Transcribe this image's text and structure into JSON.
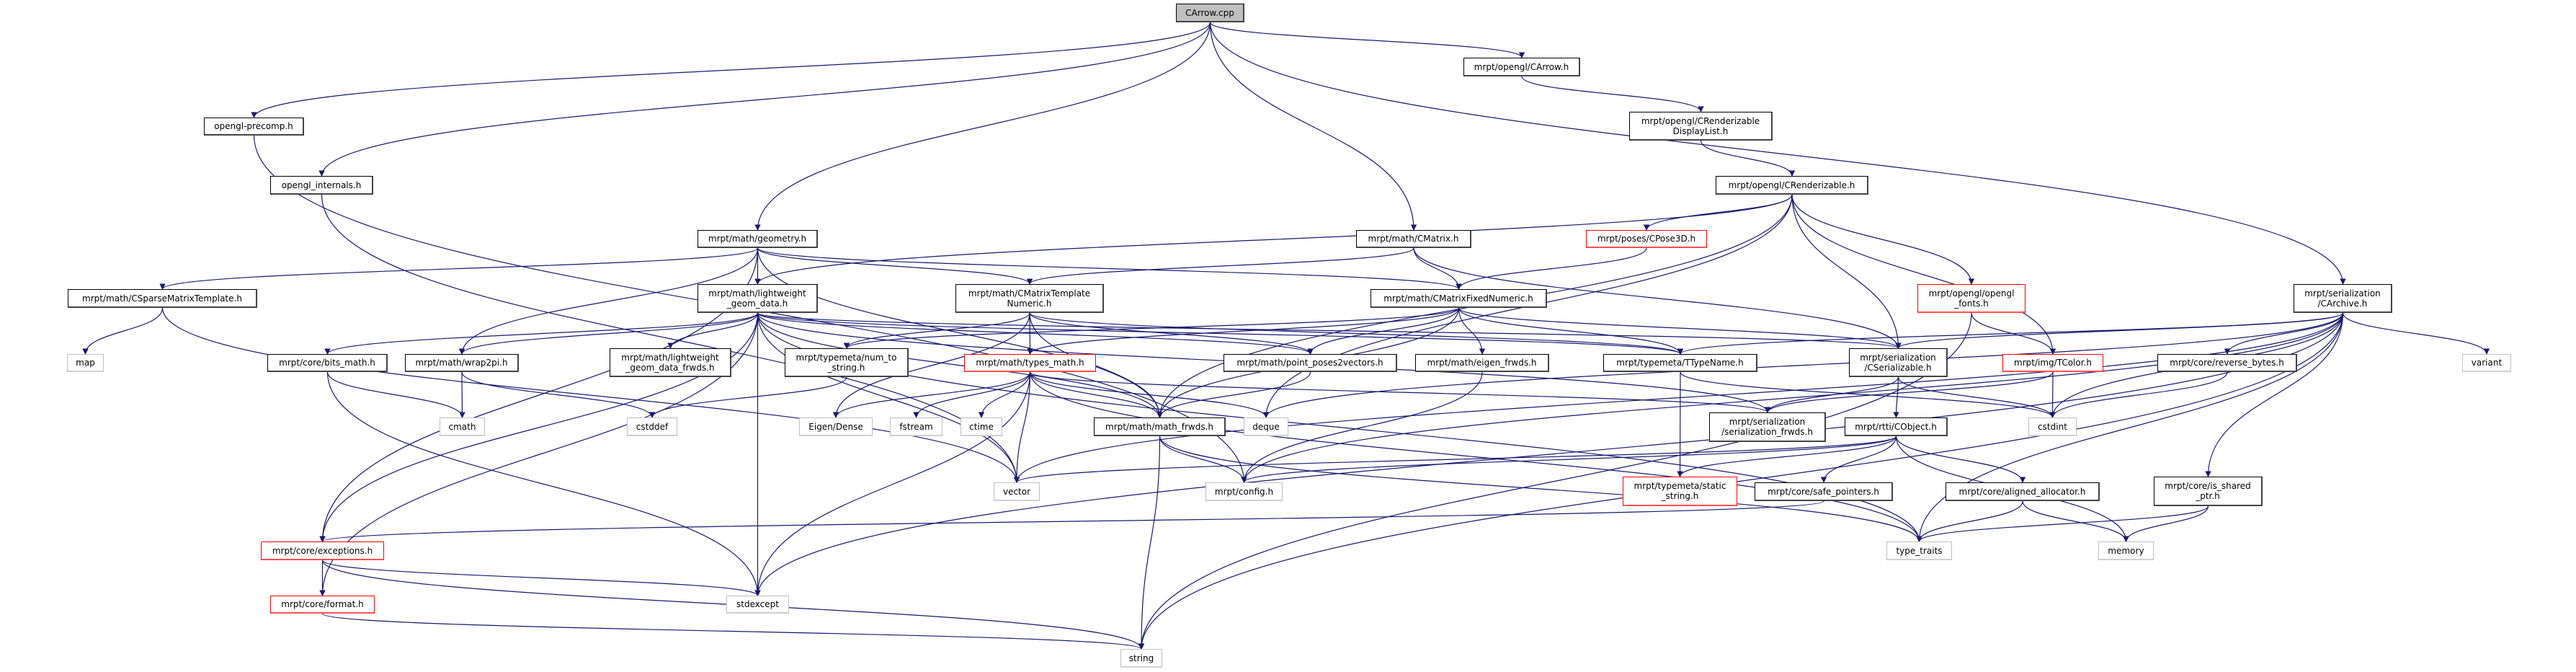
{
  "graph": {
    "root": "n_carrow",
    "edge_color": "#191970",
    "nodes": {
      "n_carrow": {
        "label": "CArrow.cpp",
        "kind": "root"
      },
      "precomp": {
        "label": "opengl-precomp.h",
        "kind": "doc"
      },
      "internals": {
        "label": "opengl_internals.h",
        "kind": "doc"
      },
      "geometry": {
        "label": "mrpt/math/geometry.h",
        "kind": "doc"
      },
      "sparse": {
        "label": "mrpt/math/CSparseMatrixTemplate.h",
        "kind": "doc"
      },
      "lwgd": {
        "label": "mrpt/math/lightweight\n_geom_data.h",
        "kind": "doc"
      },
      "cmatrix": {
        "label": "mrpt/math/CMatrix.h",
        "kind": "doc"
      },
      "cpose3d": {
        "label": "mrpt/poses/CPose3D.h",
        "kind": "truncated"
      },
      "ctn": {
        "label": "mrpt/math/CMatrixTemplate\nNumeric.h",
        "kind": "doc"
      },
      "cfn": {
        "label": "mrpt/math/CMatrixFixedNumeric.h",
        "kind": "doc"
      },
      "carrowh": {
        "label": "mrpt/opengl/CArrow.h",
        "kind": "doc"
      },
      "crdl": {
        "label": "mrpt/opengl/CRenderizable\nDisplayList.h",
        "kind": "doc"
      },
      "crend": {
        "label": "mrpt/opengl/CRenderizable.h",
        "kind": "doc"
      },
      "fonts": {
        "label": "mrpt/opengl/opengl\n_fonts.h",
        "kind": "truncated"
      },
      "carchive": {
        "label": "mrpt/serialization\n/CArchive.h",
        "kind": "doc"
      },
      "map": {
        "label": "map",
        "kind": "external"
      },
      "bits": {
        "label": "mrpt/core/bits_math.h",
        "kind": "doc"
      },
      "wrap": {
        "label": "mrpt/math/wrap2pi.h",
        "kind": "doc"
      },
      "lwfr": {
        "label": "mrpt/math/lightweight\n_geom_data_frwds.h",
        "kind": "doc"
      },
      "num": {
        "label": "mrpt/typemeta/num_to\n_string.h",
        "kind": "doc"
      },
      "types": {
        "label": "mrpt/math/types_math.h",
        "kind": "truncated"
      },
      "pp2v": {
        "label": "mrpt/math/point_poses2vectors.h",
        "kind": "doc"
      },
      "eigenf": {
        "label": "mrpt/math/eigen_frwds.h",
        "kind": "doc"
      },
      "ttn": {
        "label": "mrpt/typemeta/TTypeName.h",
        "kind": "doc"
      },
      "cser": {
        "label": "mrpt/serialization\n/CSerializable.h",
        "kind": "doc"
      },
      "tcolor": {
        "label": "mrpt/img/TColor.h",
        "kind": "truncated"
      },
      "rev": {
        "label": "mrpt/core/reverse_bytes.h",
        "kind": "doc"
      },
      "variant": {
        "label": "variant",
        "kind": "external"
      },
      "cmath": {
        "label": "cmath",
        "kind": "external"
      },
      "cstddef": {
        "label": "cstddef",
        "kind": "external"
      },
      "eigend": {
        "label": "Eigen/Dense",
        "kind": "external"
      },
      "fstream": {
        "label": "fstream",
        "kind": "external"
      },
      "ctime": {
        "label": "ctime",
        "kind": "external"
      },
      "mathfr": {
        "label": "mrpt/math/math_frwds.h",
        "kind": "doc"
      },
      "deque": {
        "label": "deque",
        "kind": "external"
      },
      "serfr": {
        "label": "mrpt/serialization\n/serialization_frwds.h",
        "kind": "doc"
      },
      "cobject": {
        "label": "mrpt/rtti/CObject.h",
        "kind": "doc"
      },
      "cstdint": {
        "label": "cstdint",
        "kind": "external"
      },
      "vector": {
        "label": "vector",
        "kind": "external"
      },
      "config": {
        "label": "mrpt/config.h",
        "kind": "external"
      },
      "statstr": {
        "label": "mrpt/typemeta/static\n_string.h",
        "kind": "truncated"
      },
      "safe": {
        "label": "mrpt/core/safe_pointers.h",
        "kind": "doc"
      },
      "aligned": {
        "label": "mrpt/core/aligned_allocator.h",
        "kind": "doc"
      },
      "isshared": {
        "label": "mrpt/core/is_shared\n_ptr.h",
        "kind": "doc"
      },
      "exceptions": {
        "label": "mrpt/core/exceptions.h",
        "kind": "truncated"
      },
      "typetraits": {
        "label": "type_traits",
        "kind": "external"
      },
      "memory": {
        "label": "memory",
        "kind": "external"
      },
      "format": {
        "label": "mrpt/core/format.h",
        "kind": "truncated"
      },
      "stdexcept": {
        "label": "stdexcept",
        "kind": "external"
      },
      "string": {
        "label": "string",
        "kind": "external"
      }
    },
    "edges": [
      [
        "n_carrow",
        "precomp"
      ],
      [
        "n_carrow",
        "internals"
      ],
      [
        "n_carrow",
        "geometry"
      ],
      [
        "n_carrow",
        "cmatrix"
      ],
      [
        "n_carrow",
        "carrowh"
      ],
      [
        "n_carrow",
        "carchive"
      ],
      [
        "precomp",
        "config"
      ],
      [
        "internals",
        "vector"
      ],
      [
        "geometry",
        "sparse"
      ],
      [
        "geometry",
        "lwgd"
      ],
      [
        "geometry",
        "ctn"
      ],
      [
        "geometry",
        "cfn"
      ],
      [
        "geometry",
        "wrap"
      ],
      [
        "geometry",
        "mathfr"
      ],
      [
        "geometry",
        "exceptions"
      ],
      [
        "sparse",
        "map"
      ],
      [
        "sparse",
        "vector"
      ],
      [
        "lwgd",
        "bits"
      ],
      [
        "lwgd",
        "wrap"
      ],
      [
        "lwgd",
        "lwfr"
      ],
      [
        "lwgd",
        "exceptions"
      ],
      [
        "lwgd",
        "format"
      ],
      [
        "lwgd",
        "stdexcept"
      ],
      [
        "lwgd",
        "vector"
      ],
      [
        "lwgd",
        "ttn"
      ],
      [
        "lwgd",
        "mathfr"
      ],
      [
        "lwgd",
        "serfr"
      ],
      [
        "lwgd",
        "pp2v"
      ],
      [
        "lwgd",
        "typetraits"
      ],
      [
        "lwgd",
        "cser"
      ],
      [
        "ctn",
        "types"
      ],
      [
        "ctn",
        "eigend"
      ],
      [
        "ctn",
        "ttn"
      ],
      [
        "ctn",
        "pp2v"
      ],
      [
        "ctn",
        "mathfr"
      ],
      [
        "ctn",
        "num"
      ],
      [
        "cmatrix",
        "ctn"
      ],
      [
        "cmatrix",
        "cfn"
      ],
      [
        "cmatrix",
        "cser"
      ],
      [
        "crend",
        "lwgd"
      ],
      [
        "crend",
        "cpose3d"
      ],
      [
        "crend",
        "cser"
      ],
      [
        "crend",
        "fonts"
      ],
      [
        "crend",
        "tcolor"
      ],
      [
        "crend",
        "mathfr"
      ],
      [
        "crend",
        "deque"
      ],
      [
        "cpose3d",
        "cfn"
      ],
      [
        "cfn",
        "types"
      ],
      [
        "cfn",
        "num"
      ],
      [
        "cfn",
        "pp2v"
      ],
      [
        "cfn",
        "eigenf"
      ],
      [
        "cfn",
        "ttn"
      ],
      [
        "cfn",
        "cser"
      ],
      [
        "cfn",
        "mathfr"
      ],
      [
        "carrowh",
        "crdl"
      ],
      [
        "crdl",
        "crend"
      ],
      [
        "types",
        "eigend"
      ],
      [
        "types",
        "fstream"
      ],
      [
        "types",
        "ctime"
      ],
      [
        "types",
        "vector"
      ],
      [
        "types",
        "stdexcept"
      ],
      [
        "types",
        "mathfr"
      ],
      [
        "types",
        "deque"
      ],
      [
        "types",
        "serfr"
      ],
      [
        "types",
        "typetraits"
      ],
      [
        "pp2v",
        "mathfr"
      ],
      [
        "eigenf",
        "config"
      ],
      [
        "ttn",
        "statstr"
      ],
      [
        "ttn",
        "cstdint"
      ],
      [
        "mathfr",
        "config"
      ],
      [
        "mathfr",
        "string"
      ],
      [
        "mathfr",
        "typetraits"
      ],
      [
        "num",
        "cstddef"
      ],
      [
        "bits",
        "cmath"
      ],
      [
        "bits",
        "stdexcept"
      ],
      [
        "wrap",
        "cmath"
      ],
      [
        "wrap",
        "cstddef"
      ],
      [
        "exceptions",
        "format"
      ],
      [
        "exceptions",
        "stdexcept"
      ],
      [
        "exceptions",
        "string"
      ],
      [
        "format",
        "string"
      ],
      [
        "cser",
        "serfr"
      ],
      [
        "cser",
        "cobject"
      ],
      [
        "cser",
        "cstdint"
      ],
      [
        "tcolor",
        "serfr"
      ],
      [
        "tcolor",
        "cstdint"
      ],
      [
        "fonts",
        "tcolor"
      ],
      [
        "fonts",
        "string"
      ],
      [
        "carchive",
        "ttn"
      ],
      [
        "carchive",
        "cser"
      ],
      [
        "carchive",
        "cstdint"
      ],
      [
        "carchive",
        "rev"
      ],
      [
        "carchive",
        "variant"
      ],
      [
        "carchive",
        "isshared"
      ],
      [
        "carchive",
        "stdexcept"
      ],
      [
        "carchive",
        "string"
      ],
      [
        "carchive",
        "vector"
      ],
      [
        "carchive",
        "config"
      ],
      [
        "carchive",
        "typetraits"
      ],
      [
        "carchive",
        "deque"
      ],
      [
        "rev",
        "cstdint"
      ],
      [
        "cobject",
        "vector"
      ],
      [
        "cobject",
        "statstr"
      ],
      [
        "cobject",
        "safe"
      ],
      [
        "cobject",
        "aligned"
      ],
      [
        "cobject",
        "memory"
      ],
      [
        "cobject",
        "config"
      ],
      [
        "safe",
        "exceptions"
      ],
      [
        "aligned",
        "typetraits"
      ],
      [
        "aligned",
        "memory"
      ],
      [
        "isshared",
        "typetraits"
      ],
      [
        "isshared",
        "memory"
      ]
    ]
  }
}
